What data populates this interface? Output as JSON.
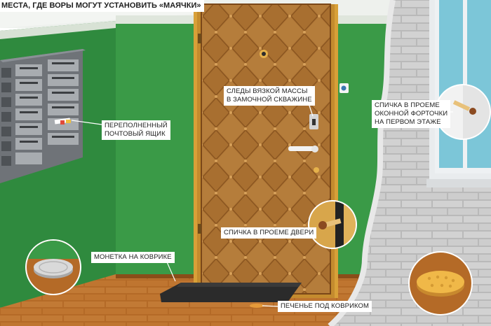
{
  "header": {
    "title": "МЕСТА, ГДЕ ВОРЫ МОГУТ УСТАНОВИТЬ «МАЯЧКИ»"
  },
  "callouts": {
    "mailbox": [
      "ПЕРЕПОЛНЕННЫЙ",
      "ПОЧТОВЫЙ ЯЩИК"
    ],
    "keyhole": [
      "СЛЕДЫ ВЯЗКОЙ МАССЫ",
      "В ЗАМОЧНОЙ СКВАЖИНЕ"
    ],
    "window": [
      "СПИЧКА В ПРОЕМЕ",
      "ОКОННОЙ ФОРТОЧКИ",
      "НА ПЕРВОМ ЭТАЖЕ"
    ],
    "door_gap": [
      "СПИЧКА В ПРОЕМЕ ДВЕРИ"
    ],
    "coin": [
      "МОНЕТКА НА КОВРИКЕ"
    ],
    "cookie": [
      "ПЕЧЕНЬЕ ПОД КОВРИКОМ"
    ]
  },
  "colors": {
    "wall_green": "#3a9a47",
    "wall_green_dark": "#2f8a3e",
    "ceiling": "#e9ede8",
    "floor": "#b96f2b",
    "door_leather": "#b07a3a",
    "door_frame": "#d8a038",
    "brick": "#c9c9c9",
    "window_glass": "#7cc6d8"
  }
}
